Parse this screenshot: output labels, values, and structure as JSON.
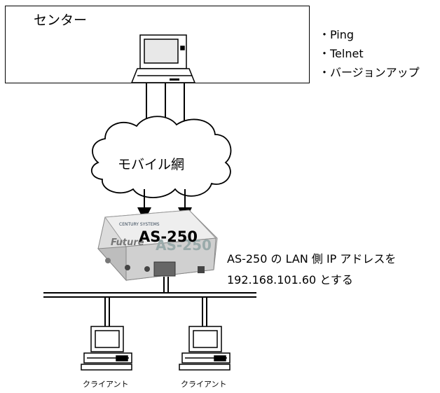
{
  "center": {
    "title": "センター"
  },
  "features": [
    "・Ping",
    "・Telnet",
    "・バージョンアップ"
  ],
  "network": {
    "label": "モバイル網"
  },
  "device": {
    "model": "AS-250",
    "note_line1": "AS-250 の LAN 側 IP アドレスを",
    "note_line2": "192.168.101.60 とする"
  },
  "clients": [
    {
      "label": "クライアント"
    },
    {
      "label": "クライアント"
    }
  ]
}
